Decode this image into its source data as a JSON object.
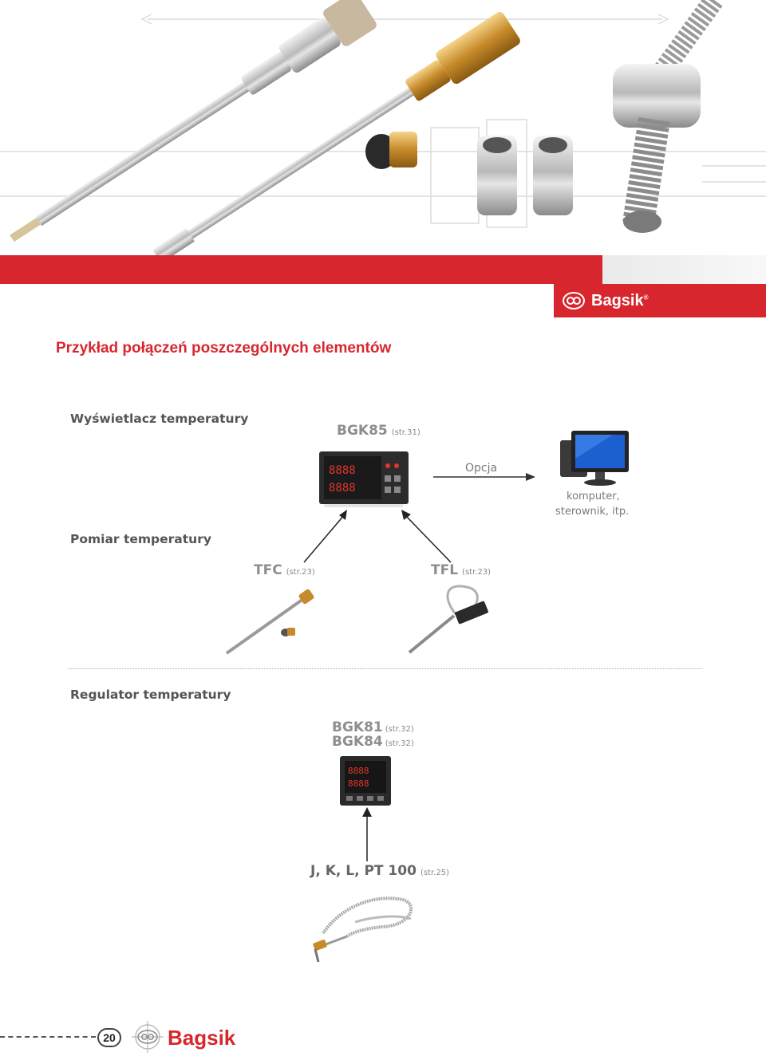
{
  "brand": {
    "name": "Bagsik",
    "registered": "®",
    "red": "#d8262e"
  },
  "heading": "Przykład połączeń poszczególnych elementów",
  "sections": {
    "display": "Wyświetlacz temperatury",
    "measurement": "Pomiar temperatury",
    "regulator": "Regulator temperatury"
  },
  "products": {
    "bgk85": {
      "name": "BGK85",
      "ref": "(str.31)"
    },
    "tfc": {
      "name": "TFC",
      "ref": "(str.23)"
    },
    "tfl": {
      "name": "TFL",
      "ref": "(str.23)"
    },
    "bgk81": {
      "name": "BGK81",
      "ref": "(str.32)"
    },
    "bgk84": {
      "name": "BGK84",
      "ref": "(str.32)"
    },
    "jklpt": {
      "name": "J, K, L, PT 100",
      "ref": "(str.25)"
    }
  },
  "option": {
    "label": "Opcja",
    "target_line1": "komputer,",
    "target_line2": "sterownik, itp."
  },
  "footer": {
    "page": "20",
    "brand": "Bagsik"
  }
}
